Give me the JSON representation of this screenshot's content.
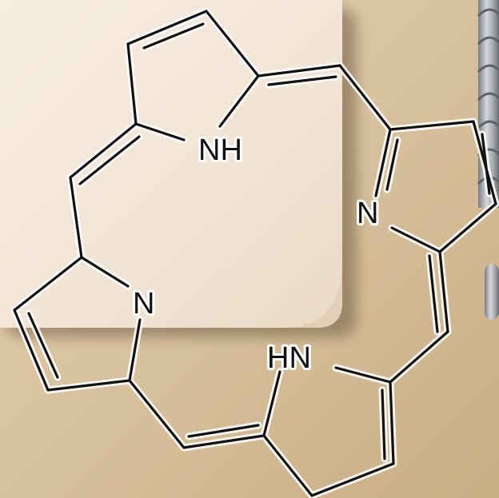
{
  "molecule": {
    "atoms": [
      {
        "label": "NH"
      },
      {
        "label": "N"
      },
      {
        "label": "N"
      },
      {
        "label": "HN"
      }
    ]
  },
  "colors": {
    "background": "#d9c3a2",
    "paper": "#f3e7d8",
    "bond": "#111111",
    "glow": "#ffffff"
  }
}
